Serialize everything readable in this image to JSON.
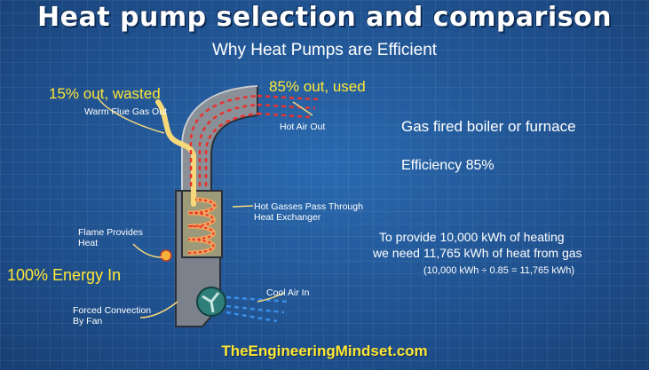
{
  "title": "Heat pump selection and comparison",
  "subtitle": "Why Heat Pumps are Efficient",
  "labels": {
    "flue_out": "15% out, wasted",
    "flue_desc": "Warm Flue Gas Out",
    "air_out": "85% out, used",
    "hot_air_out": "Hot Air Out",
    "exchanger_line1": "Hot Gasses Pass Through",
    "exchanger_line2": "Heat Exchanger",
    "flame_line1": "Flame Provides",
    "flame_line2": "Heat",
    "energy_in": "100% Energy In",
    "fan_line1": "Forced Convection",
    "fan_line2": "By Fan",
    "cool_air_in": "Cool Air In"
  },
  "info": {
    "device": "Gas fired boiler or furnace",
    "efficiency": "Efficiency 85%",
    "calc_line1": "To provide 10,000 kWh of heating",
    "calc_line2": "we need 11,765 kWh of heat from gas",
    "formula": "(10,000 kWh ÷ 0.85 = 11,765 kWh)"
  },
  "footer": "TheEngineeringMindset.com",
  "colors": {
    "accent_yellow": "#ffe735",
    "hot_red": "#e8322e",
    "cool_blue": "#3a8ee6",
    "background": "#1f528f"
  }
}
